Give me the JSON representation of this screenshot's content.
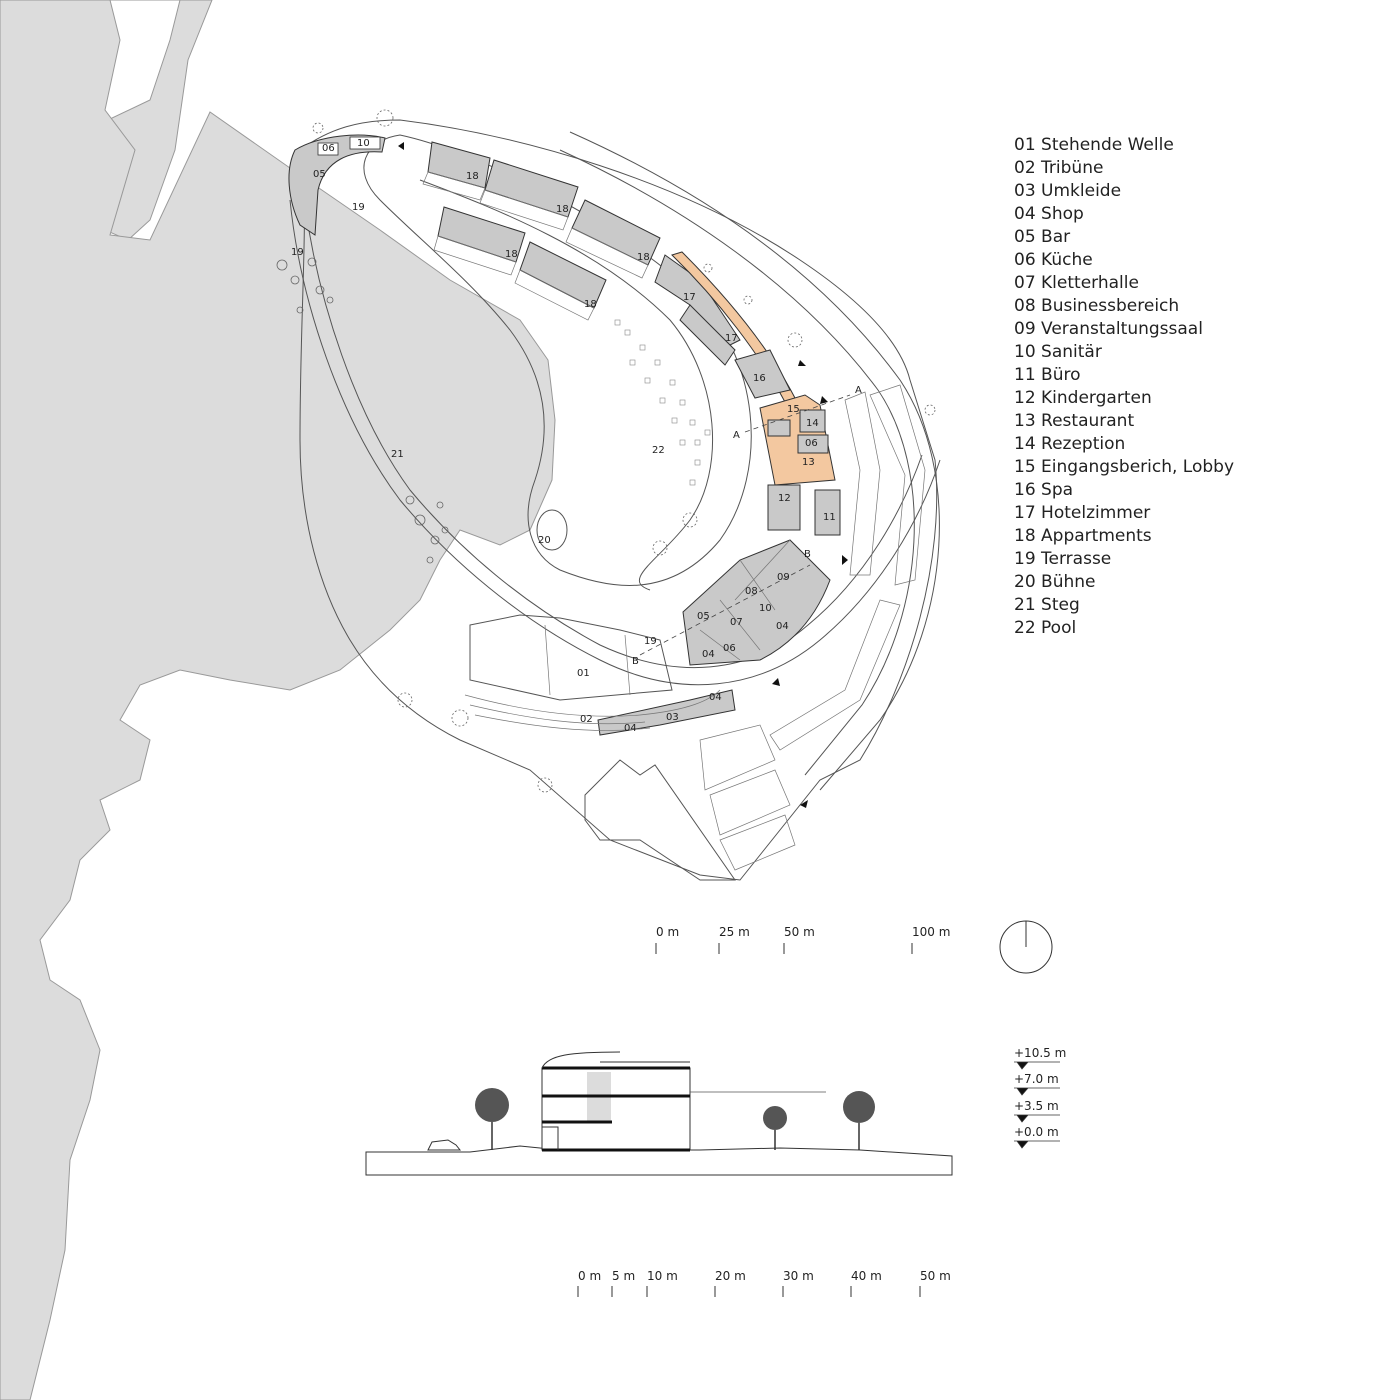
{
  "legend": {
    "items": [
      "01 Stehende Welle",
      "02 Tribüne",
      "03 Umkleide",
      "04 Shop",
      "05 Bar",
      "06 Küche",
      "07 Kletterhalle",
      "08 Businessbereich",
      "09 Veranstaltungssaal",
      "10 Sanitär",
      "11 Büro",
      "12 Kindergarten",
      "13 Restaurant",
      "14 Rezeption",
      "15 Eingangsberich, Lobby",
      "16 Spa",
      "17 Hotelzimmer",
      "18 Appartments",
      "19 Terrasse",
      "20 Bühne",
      "21 Steg",
      "22 Pool"
    ]
  },
  "plan_labels": {
    "n01": "01",
    "n02": "02",
    "n03": "03",
    "n04": "04",
    "n05": "05",
    "n06": "06",
    "n07": "07",
    "n08": "08",
    "n09": "09",
    "n10": "10",
    "n11": "11",
    "n12": "12",
    "n13": "13",
    "n14": "14",
    "n15": "15",
    "n16": "16",
    "n17": "17",
    "n18": "18",
    "n19": "19",
    "n20": "20",
    "n21": "21",
    "n22": "22",
    "sectionA": "A",
    "sectionB": "B"
  },
  "plan_scale": {
    "ticks": [
      "0 m",
      "25 m",
      "50 m",
      "100 m"
    ]
  },
  "section_scale": {
    "ticks": [
      "0 m",
      "5 m",
      "10 m",
      "20 m",
      "30 m",
      "40 m",
      "50 m"
    ]
  },
  "levels": [
    "+10.5 m",
    "+7.0 m",
    "+3.5 m",
    "+0.0 m"
  ],
  "colors": {
    "water": "#dcdcdc",
    "built": "#c9c9c9",
    "highlight": "#f3c8a0"
  },
  "icons": [
    "north-arrow-icon",
    "entrance-arrow-icon",
    "level-marker-icon"
  ]
}
